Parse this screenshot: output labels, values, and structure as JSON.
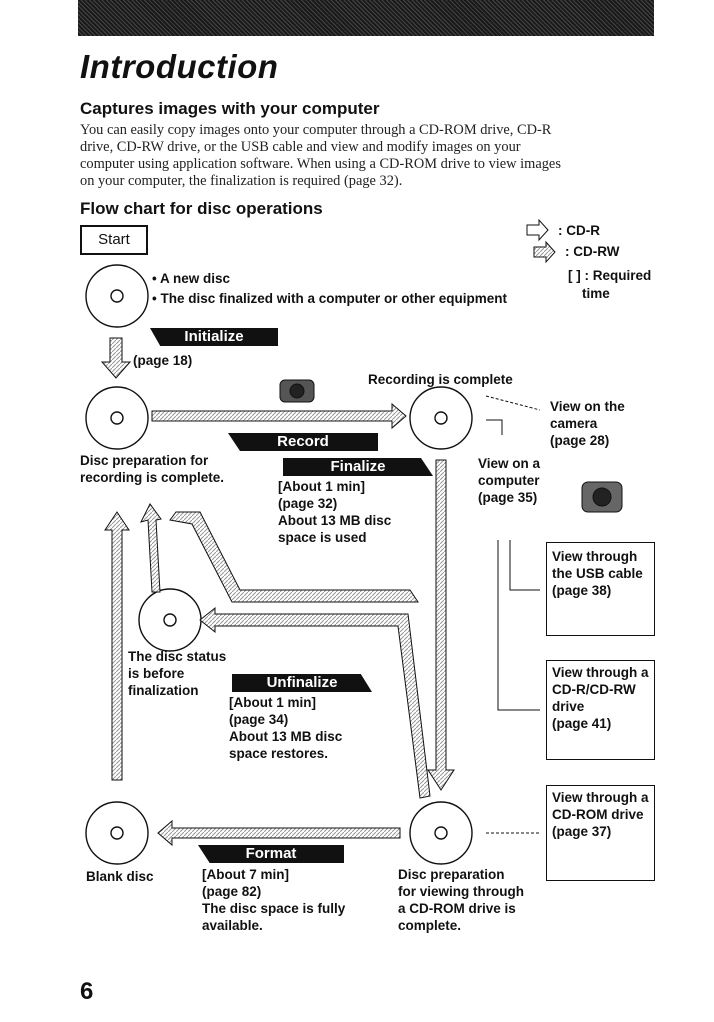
{
  "page_title": "Introduction",
  "section1": {
    "heading": "Captures images with your computer",
    "lines": [
      "You can easily copy images onto your computer through a CD-ROM drive, CD-R",
      "drive, CD-RW drive, or the USB cable and view and modify images on your",
      "computer using application software. When using a CD-ROM drive to view images",
      "on your computer, the finalization is required (page 32)."
    ]
  },
  "section2": {
    "heading": "Flow chart for disc operations"
  },
  "legend": {
    "cdr": ": CD-R",
    "cdrw": ": CD-RW",
    "required": "[ ] : Required",
    "time": "time"
  },
  "flow": {
    "start": "Start",
    "start_bullets": [
      "• A new disc",
      "• The disc finalized with a computer or other equipment"
    ],
    "initialize": "Initialize",
    "initialize_page": "(page 18)",
    "recording_complete": "Recording is complete",
    "record": "Record",
    "prep_recording": [
      "Disc preparation for",
      "recording is complete."
    ],
    "finalize": "Finalize",
    "finalize_details": [
      "[About 1 min]",
      "(page 32)",
      "About 13 MB disc",
      "space is used"
    ],
    "view_camera": [
      "View on the",
      "camera",
      "(page 28)"
    ],
    "view_computer": [
      "View on a",
      "computer",
      "(page 35)"
    ],
    "usb": [
      "View through",
      "the USB cable",
      "(page 38)"
    ],
    "cdr_drive": [
      "View through a",
      "CD-R/CD-RW",
      "drive",
      "(page 41)"
    ],
    "cdrom_drive": [
      "View through a",
      "CD-ROM drive",
      "(page 37)"
    ],
    "status": [
      "The disc status",
      "is before",
      "finalization"
    ],
    "unfinalize": "Unfinalize",
    "unfinalize_details": [
      "[About 1 min]",
      "(page 34)",
      "About 13 MB disc",
      "space restores."
    ],
    "blank_disc": "Blank disc",
    "format": "Format",
    "format_details": [
      "[About 7 min]",
      "(page 82)",
      "The disc space is fully",
      "available."
    ],
    "prep_cdrom": [
      "Disc preparation",
      "for viewing through",
      "a CD-ROM drive is",
      "complete."
    ]
  },
  "page_number": "6"
}
